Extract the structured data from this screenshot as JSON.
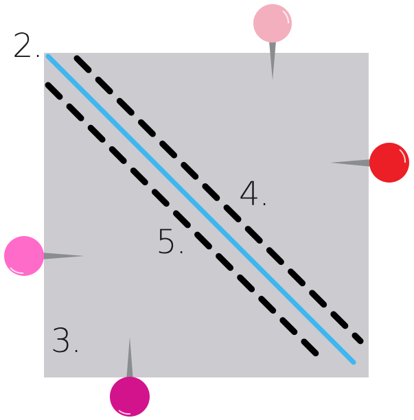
{
  "labels": {
    "corner": "2.",
    "bottom_left": "3.",
    "upper_right": "4.",
    "middle": "5."
  },
  "colors": {
    "fabric": "#cccbd0",
    "seam_line": "#3fb6f0",
    "stitch_line": "#000000",
    "pin_needle": "#8a8d8f",
    "pin_top": "#f3afbd",
    "pin_right": "#ec1e26",
    "pin_left": "#ff6bc9",
    "pin_bottom": "#d3138c"
  },
  "icons": {
    "pin_top": "sewing-pin-icon",
    "pin_right": "sewing-pin-icon",
    "pin_left": "sewing-pin-icon",
    "pin_bottom": "sewing-pin-icon"
  }
}
